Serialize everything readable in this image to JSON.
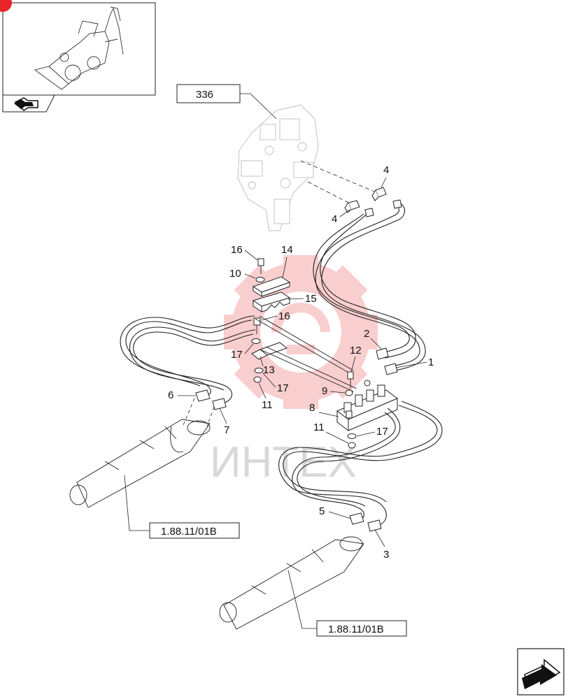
{
  "watermark": {
    "text": "ИНТЕХ",
    "color": "#e8262b"
  },
  "references": {
    "top": "336",
    "cylinder_left": "1.88.11/01B",
    "cylinder_right": "1.88.11/01B"
  },
  "callouts": {
    "c1": "1",
    "c2": "2",
    "c3": "3",
    "c4a": "4",
    "c4b": "4",
    "c5": "5",
    "c6": "6",
    "c7": "7",
    "c8": "8",
    "c9": "9",
    "c10": "10",
    "c11a": "11",
    "c11b": "11",
    "c12": "12",
    "c13": "13",
    "c14": "14",
    "c15": "15",
    "c16a": "16",
    "c16b": "16",
    "c17a": "17",
    "c17b": "17",
    "c17c": "17"
  },
  "icons": {
    "thumbnail": "backhoe-loader-icon",
    "nav_left": "arrow-left-icon",
    "nav_next": "next-page-arrow-icon"
  }
}
